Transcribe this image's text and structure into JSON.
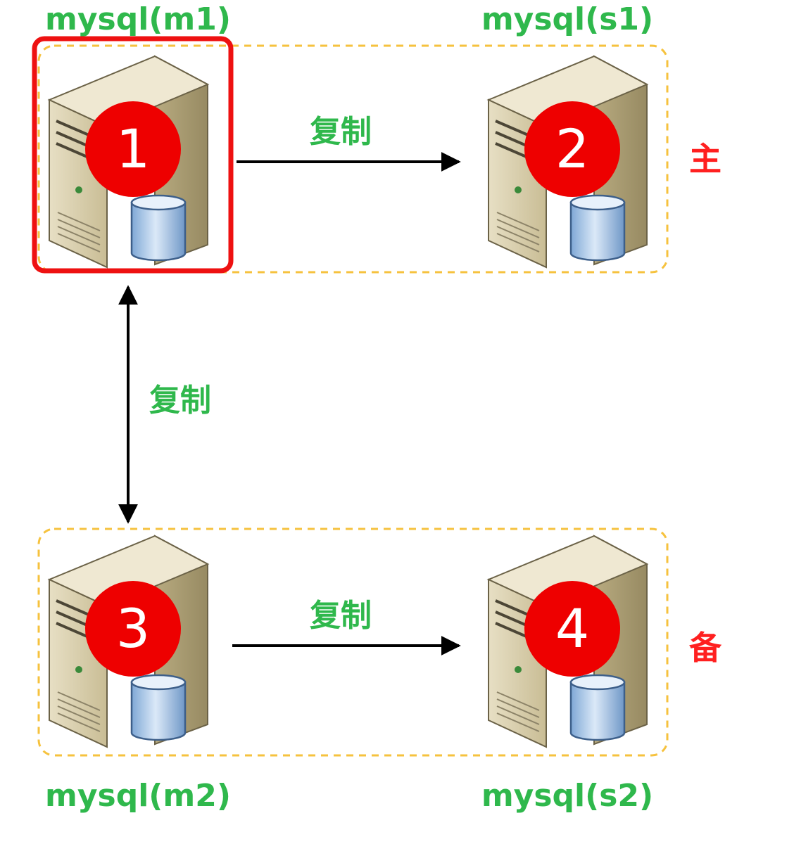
{
  "colors": {
    "label_green": "#2fb84c",
    "group_red": "#ff2020",
    "badge_red": "#ee0000",
    "group_border": "#f6c23e",
    "highlight_border": "#ee1111",
    "arrow": "#000000"
  },
  "nodes": [
    {
      "id": "m1",
      "label": "mysql(m1)",
      "badge": "1",
      "icon": "database-server-icon",
      "highlighted": true
    },
    {
      "id": "s1",
      "label": "mysql(s1)",
      "badge": "2",
      "icon": "database-server-icon",
      "highlighted": false
    },
    {
      "id": "m2",
      "label": "mysql(m2)",
      "badge": "3",
      "icon": "database-server-icon",
      "highlighted": false
    },
    {
      "id": "s2",
      "label": "mysql(s2)",
      "badge": "4",
      "icon": "database-server-icon",
      "highlighted": false
    }
  ],
  "edges": [
    {
      "from": "m1",
      "to": "s1",
      "label": "复制",
      "direction": "one-way"
    },
    {
      "from": "m1",
      "to": "m2",
      "label": "复制",
      "direction": "two-way"
    },
    {
      "from": "m2",
      "to": "s2",
      "label": "复制",
      "direction": "one-way"
    }
  ],
  "groups": [
    {
      "id": "primary",
      "label": "主",
      "members": [
        "m1",
        "s1"
      ]
    },
    {
      "id": "standby",
      "label": "备",
      "members": [
        "m2",
        "s2"
      ]
    }
  ]
}
